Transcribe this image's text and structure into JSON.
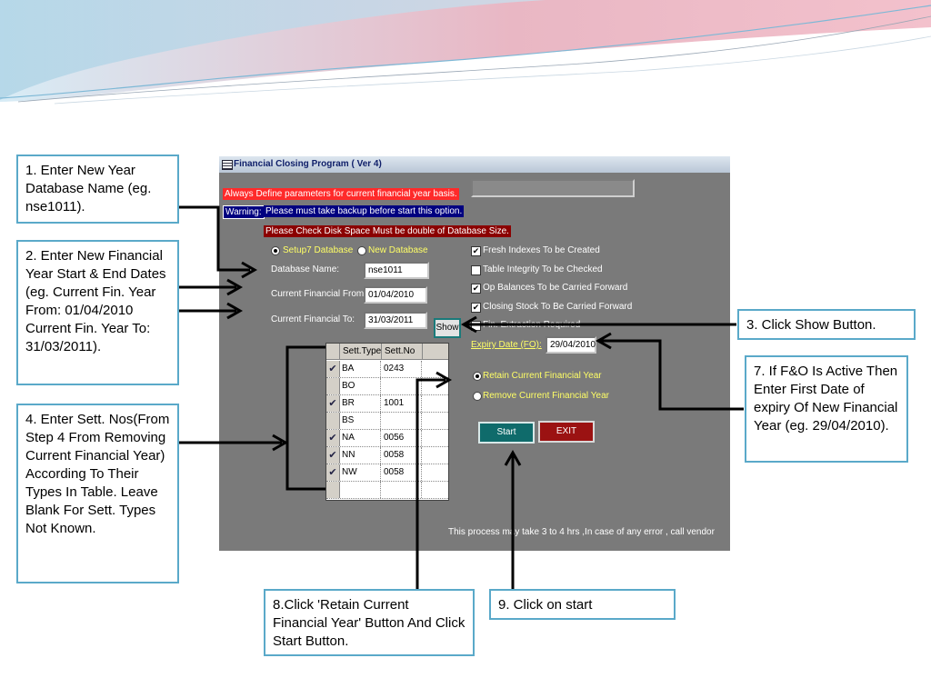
{
  "colors": {
    "callout_border": "#5aa9c9",
    "arrow": "#000000",
    "window_bg": "#7a7a7a",
    "banner_red": "#ff2a2a",
    "banner_navy": "#000080",
    "banner_darkred": "#8b0000",
    "label_yellow": "#ffff66",
    "start_button": "#0f6b6b",
    "exit_button": "#9b1212"
  },
  "callouts": {
    "step1": "1.  Enter New Year Database Name (eg. nse1011).",
    "step2": "2. Enter New Financial Year Start & End Dates (eg. Current Fin. Year From: 01/04/2010 Current Fin. Year To: 31/03/2011).",
    "step3": "3. Click Show Button.",
    "step4": "4. Enter Sett. Nos(From Step 4 From Removing Current Financial Year) According To Their Types In Table. Leave Blank For Sett. Types Not Known.",
    "step7": "7. If F&O Is Active Then Enter First Date of expiry Of New Financial Year (eg. 29/04/2010).",
    "step8": "8.Click 'Retain Current Financial Year' Button And Click Start Button.",
    "step9": "9. Click on start"
  },
  "app": {
    "title": "Financial Closing Program ( Ver 4)",
    "title_icon": "window-app-icon",
    "banner_define": "Always Define parameters for current financial year basis.",
    "warning_label": "Warning:",
    "warning_text": "Please must take backup before start this option.",
    "disk_space_text": "Please Check Disk Space Must be double of Database Size.",
    "radio_setup": "Setup7 Database",
    "radio_new": "New Database",
    "db_name_label": "Database Name:",
    "db_name_value": "nse1011",
    "fin_from_label": "Current Financial From:",
    "fin_from_value": "01/04/2010",
    "fin_to_label": "Current Financial To:",
    "fin_to_value": "31/03/2011",
    "show_button": "Show",
    "checks": [
      {
        "label": "Fresh Indexes To be Created",
        "checked": true
      },
      {
        "label": "Table Integrity To be Checked",
        "checked": false
      },
      {
        "label": "Op Balances To be Carried Forward",
        "checked": true
      },
      {
        "label": "Closing Stock To Be Carried Forward",
        "checked": true
      },
      {
        "label": "Fin. Extraction Required",
        "checked": false
      }
    ],
    "expiry_label": "Expiry Date (FO):",
    "expiry_value": "29/04/2010",
    "radio_retain": "Retain Current Financial Year",
    "radio_remove": "Remove Current Financial  Year",
    "start_button": "Start",
    "exit_button": "EXIT",
    "footer_text": "This process may take 3 to 4 hrs ,In case of any error , call vendor",
    "grid": {
      "headers": [
        "Sett.Type",
        "Sett.No"
      ],
      "rows": [
        {
          "type": "BA",
          "no": "0243",
          "checked": true
        },
        {
          "type": "BO",
          "no": "",
          "checked": false
        },
        {
          "type": "BR",
          "no": "1001",
          "checked": true
        },
        {
          "type": "BS",
          "no": "",
          "checked": false
        },
        {
          "type": "NA",
          "no": "0056",
          "checked": true
        },
        {
          "type": "NN",
          "no": "0058",
          "checked": true
        },
        {
          "type": "NW",
          "no": "0058",
          "checked": true
        },
        {
          "type": "",
          "no": "",
          "checked": false
        }
      ]
    }
  }
}
